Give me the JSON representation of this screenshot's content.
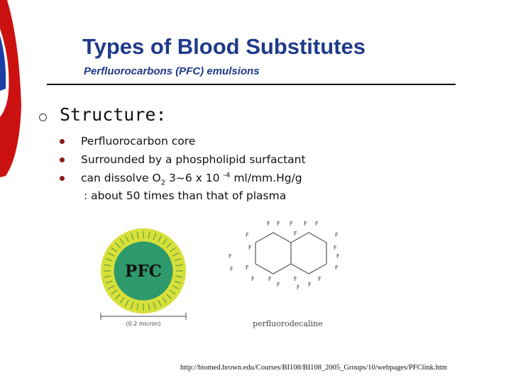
{
  "header": {
    "title": "Types of Blood Substitutes",
    "subtitle": "Perfluorocarbons (PFC) emulsions"
  },
  "content": {
    "heading": "Structure:",
    "items": [
      {
        "text": "Perfluorocarbon core"
      },
      {
        "text": "Surrounded by a phospholipid surfactant"
      },
      {
        "before": "can dissolve O",
        "subscript": "2",
        "middle": " 3~6 x 10 ",
        "superscript": "-4",
        "after": " ml/mm.Hg/g"
      }
    ],
    "continuation": " : about 50 times than that of plasma"
  },
  "figure_left": {
    "core_label": "PFC",
    "scale_label": "(0.2 micron)"
  },
  "figure_right": {
    "label": "perfluorodecaline",
    "atom": "F"
  },
  "footer": {
    "source_url": "http://biomed.brown.edu/Courses/BI108/BI108_2005_Groups/10/webpages/PFClink.htm"
  },
  "colors": {
    "title": "#1f3a8a",
    "bullet": "#8b1a1a",
    "deco_red": "#cc1111",
    "deco_blue": "#1c3fa6",
    "particle_green": "#2e9a6b",
    "particle_ring": "#d8e03a"
  }
}
